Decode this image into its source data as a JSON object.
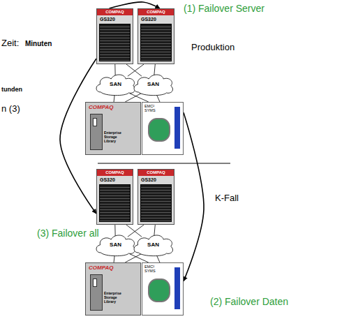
{
  "diagram": {
    "nodes": [
      {
        "text": [
          "COMPAQ",
          "GS320"
        ]
      },
      {
        "text": [
          "COMPAQ",
          "GS320"
        ]
      },
      {
        "text": [
          "SAN"
        ]
      },
      {
        "text": [
          "SAN"
        ]
      },
      {
        "text": [
          "COMPAQ",
          "Enterprise Storage Library"
        ]
      },
      {
        "text": [
          "EMC² SYMS"
        ]
      },
      {
        "text": [
          "COMPAQ",
          "GS320"
        ]
      },
      {
        "text": [
          "COMPAQ",
          "GS320"
        ]
      },
      {
        "text": [
          "SAN"
        ]
      },
      {
        "text": [
          "SAN"
        ]
      },
      {
        "text": [
          "COMPAQ",
          "Enterprise Storage Library"
        ]
      },
      {
        "text": [
          "EMC² SYMS"
        ]
      }
    ],
    "edges": [
      {
        "from": 0,
        "to": 1,
        "label": "(1) Failover Server",
        "arrow": "to"
      },
      {
        "from": 5,
        "to": 11,
        "label": "(2) Failover Daten",
        "arrow": "to"
      },
      {
        "from": 0,
        "to": 6,
        "label": "(3) Failover all",
        "arrow": "to"
      },
      {
        "from": 0,
        "to": 2,
        "arrow": "none"
      },
      {
        "from": 0,
        "to": 3,
        "arrow": "none"
      },
      {
        "from": 1,
        "to": 2,
        "arrow": "none"
      },
      {
        "from": 1,
        "to": 3,
        "arrow": "none"
      },
      {
        "from": 2,
        "to": 4,
        "arrow": "none"
      },
      {
        "from": 2,
        "to": 5,
        "arrow": "none"
      },
      {
        "from": 3,
        "to": 4,
        "arrow": "none"
      },
      {
        "from": 3,
        "to": 5,
        "arrow": "none"
      },
      {
        "from": 6,
        "to": 8,
        "arrow": "none"
      },
      {
        "from": 6,
        "to": 9,
        "arrow": "none"
      },
      {
        "from": 7,
        "to": 8,
        "arrow": "none"
      },
      {
        "from": 7,
        "to": 9,
        "arrow": "none"
      },
      {
        "from": 8,
        "to": 10,
        "arrow": "none"
      },
      {
        "from": 8,
        "to": 11,
        "arrow": "none"
      },
      {
        "from": 9,
        "to": 10,
        "arrow": "none"
      },
      {
        "from": 9,
        "to": 11,
        "arrow": "none"
      }
    ],
    "labels": [
      "Zeit:",
      "Minuten",
      "tunden",
      "n (3)",
      "Produktion",
      "K-Fall"
    ]
  }
}
